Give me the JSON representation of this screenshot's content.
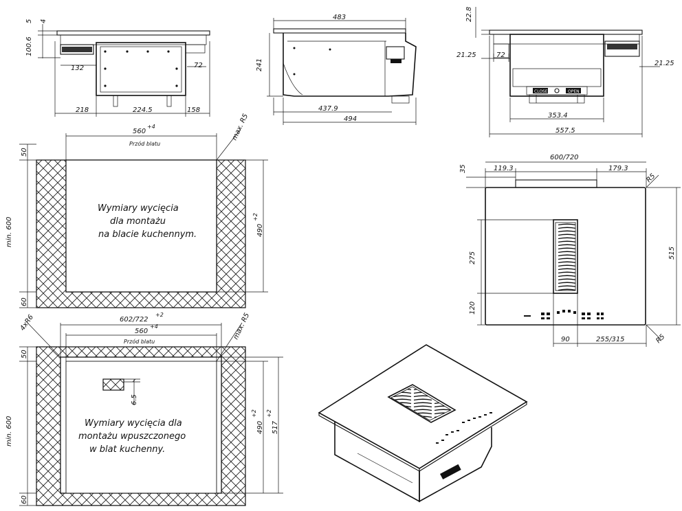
{
  "drawing": {
    "front_view": {
      "dims": {
        "top_a": "5",
        "top_b": "4",
        "height": "100.6",
        "left_depth": "132",
        "right_depth": "72",
        "w_left": "218",
        "w_mid": "224.5",
        "w_right": "158"
      }
    },
    "side_view": {
      "dims": {
        "top_width": "483",
        "height": "241",
        "inner_depth": "437.9",
        "total_depth": "494"
      }
    },
    "rear_view": {
      "dims": {
        "top_height": "22.8",
        "left_offset": "21.25",
        "left_width": "72",
        "right_offset": "21.25",
        "inner_width": "353.4",
        "outer_width": "557.5"
      },
      "labels": {
        "close": "CLOSE",
        "open": "OPEN"
      }
    },
    "cutout_top": {
      "width": "560",
      "width_tol": "+4",
      "radius": "max. R5",
      "front_label": "Przód blatu",
      "front_margin": "50",
      "rear_margin": "60",
      "min_depth": "min. 600",
      "depth": "490",
      "depth_tol": "+2",
      "note_lines": [
        "Wymiary wycięcia",
        "dla montażu",
        "na blacie kuchennym."
      ]
    },
    "cutout_flush": {
      "outer_width": "602/722",
      "outer_width_tol": "+2",
      "inner_width": "560",
      "inner_width_tol": "+4",
      "corner_radius": "4xR6",
      "radius": "max. R5",
      "front_label": "Przód blatu",
      "front_margin": "50",
      "rear_margin": "60",
      "min_depth": "min. 600",
      "inner_depth": "490",
      "inner_depth_tol": "+2",
      "outer_depth": "517",
      "outer_depth_tol": "+2",
      "rebate_depth": "6.5",
      "note_lines": [
        "Wymiary wycięcia dla",
        "montażu wpuszczonego",
        "w blat kuchenny."
      ]
    },
    "plan_view": {
      "dims": {
        "width": "600/720",
        "left_offset": "119.3",
        "right_offset": "179.3",
        "top_margin": "35",
        "depth": "515",
        "vent_height": "275",
        "front_band": "120",
        "vent_width": "90",
        "right_span": "255/315",
        "radius_top": "R5",
        "radius_bottom": "R5"
      }
    },
    "iso_view": {}
  }
}
